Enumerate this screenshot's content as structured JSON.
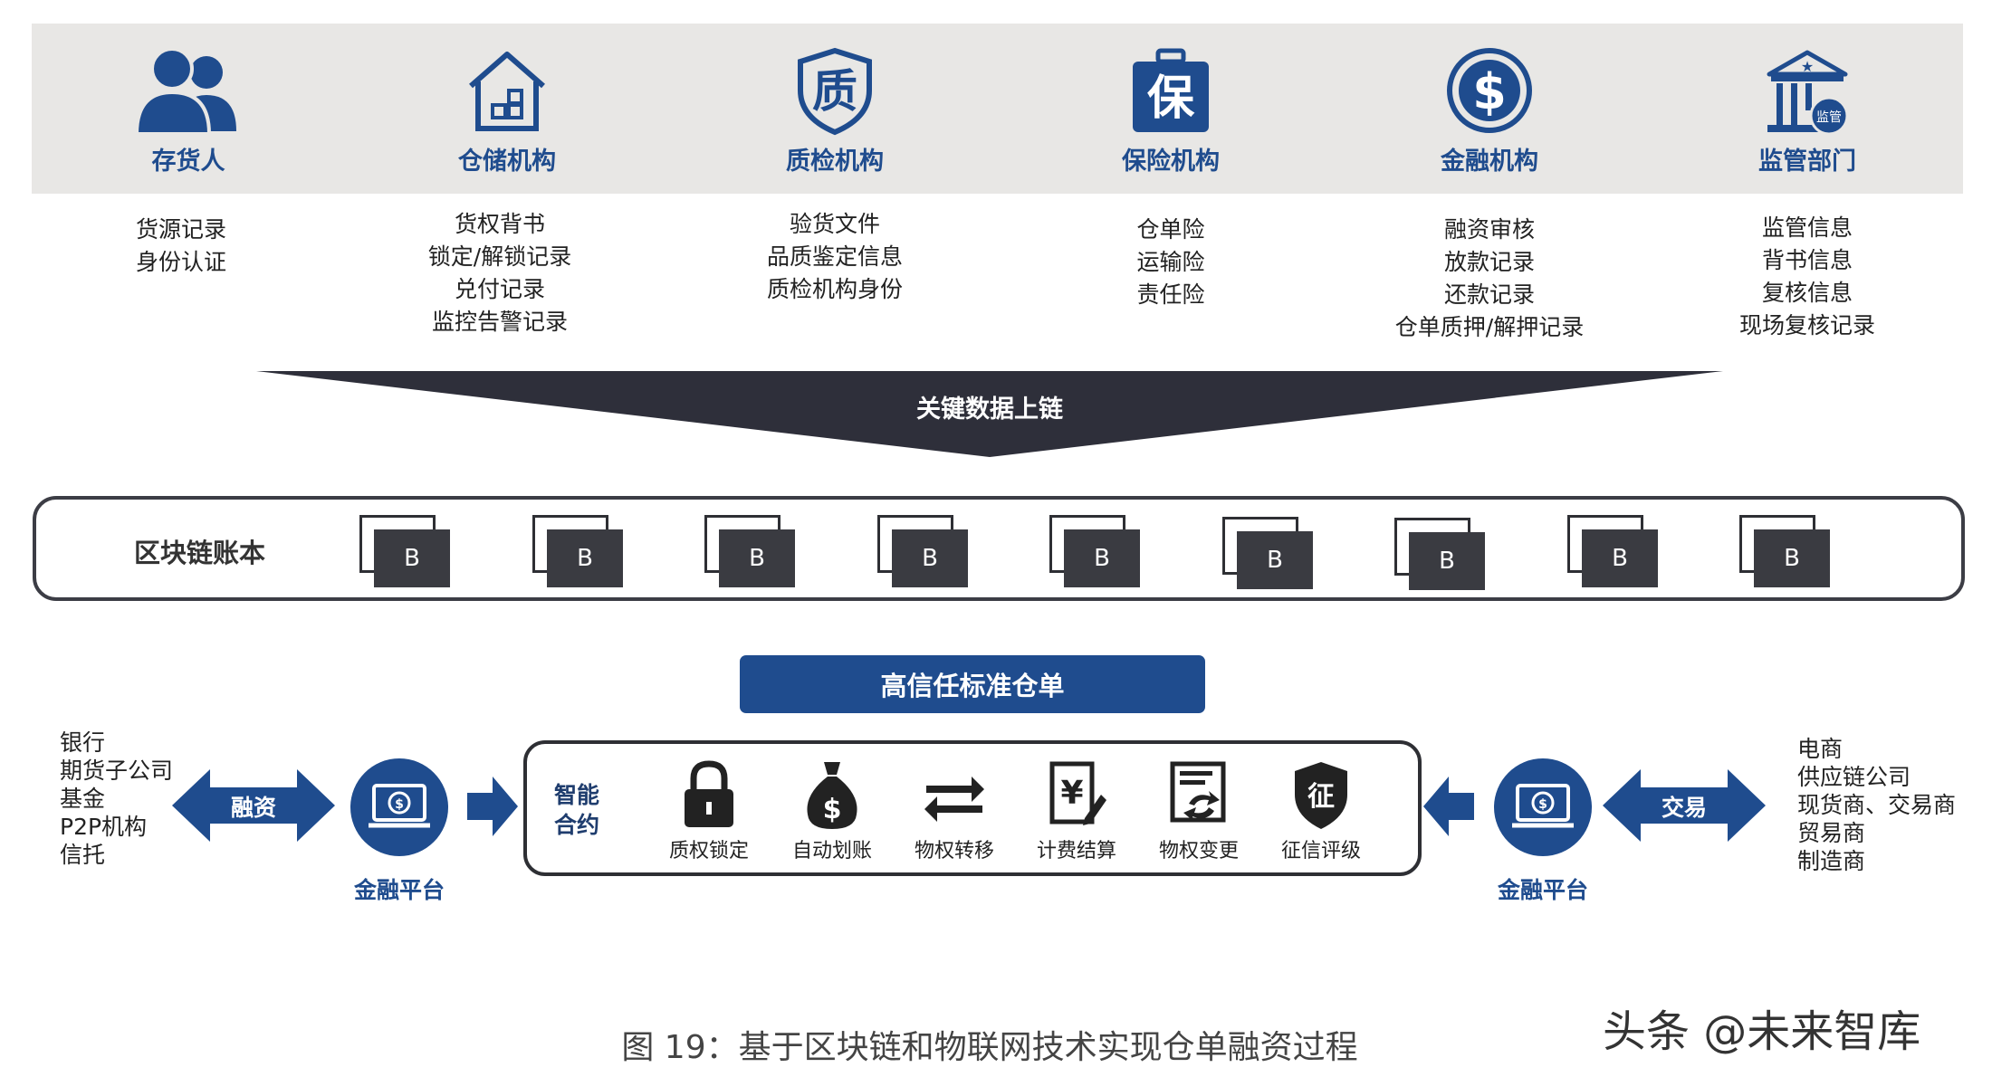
{
  "actors": [
    {
      "label": "存货人",
      "icon": "people-icon",
      "records": [
        "货源记录",
        "身份认证"
      ]
    },
    {
      "label": "仓储机构",
      "icon": "warehouse-icon",
      "records": [
        "货权背书",
        "锁定/解锁记录",
        "兑付记录",
        "监控告警记录"
      ]
    },
    {
      "label": "质检机构",
      "icon": "quality-shield-icon",
      "glyph": "质",
      "records": [
        "验货文件",
        "品质鉴定信息",
        "质检机构身份"
      ]
    },
    {
      "label": "保险机构",
      "icon": "insurance-briefcase-icon",
      "glyph": "保",
      "records": [
        "仓单险",
        "运输险",
        "责任险"
      ]
    },
    {
      "label": "金融机构",
      "icon": "dollar-coin-icon",
      "records": [
        "融资审核",
        "放款记录",
        "还款记录",
        "仓单质押/解押记录"
      ]
    },
    {
      "label": "监管部门",
      "icon": "government-building-icon",
      "badge": "监管",
      "records": [
        "监管信息",
        "背书信息",
        "复核信息",
        "现场复核记录"
      ]
    }
  ],
  "funnel_label": "关键数据上链",
  "ledger": {
    "label": "区块链账本",
    "blocks": [
      "B",
      "B",
      "B",
      "B",
      "B",
      "B",
      "B",
      "B",
      "B"
    ]
  },
  "receipt_title": "高信任标准仓单",
  "smart_contract": {
    "label_line1": "智能",
    "label_line2": "合约",
    "functions": [
      {
        "label": "质权锁定",
        "icon": "padlock-icon"
      },
      {
        "label": "自动划账",
        "icon": "money-bag-icon"
      },
      {
        "label": "物权转移",
        "icon": "transfer-arrows-icon"
      },
      {
        "label": "计费结算",
        "icon": "billing-calculator-icon"
      },
      {
        "label": "物权变更",
        "icon": "document-exchange-icon"
      },
      {
        "label": "征信评级",
        "icon": "credit-shield-icon",
        "glyph": "征"
      }
    ]
  },
  "left_side": {
    "institutions": [
      "银行",
      "期货子公司",
      "基金",
      "P2P机构",
      "信托"
    ],
    "arrow_label": "融资",
    "platform_label": "金融平台"
  },
  "right_side": {
    "institutions": [
      "电商",
      "供应链公司",
      "现货商、交易商",
      "贸易商",
      "制造商"
    ],
    "arrow_label": "交易",
    "platform_label": "金融平台"
  },
  "caption": "图 19：基于区块链和物联网技术实现仓单融资过程",
  "watermark": "头条 @未来智库",
  "colors": {
    "navy": "#1f4c8e",
    "dark": "#2e2f34",
    "band": "#e8e7e5"
  }
}
